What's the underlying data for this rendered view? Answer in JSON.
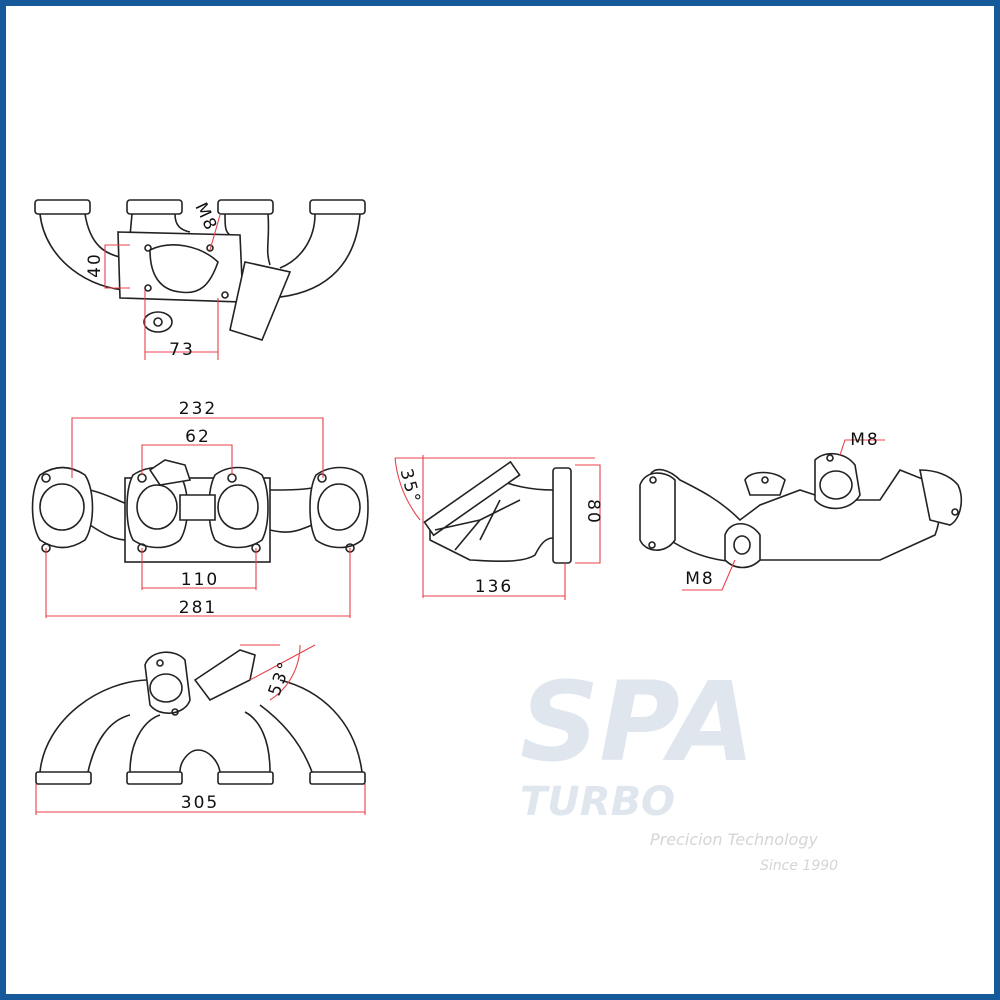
{
  "watermark": {
    "brand": "SPA",
    "sub": "TURBO",
    "tagline": "Precicion Technology",
    "since": "Since 1990"
  },
  "colors": {
    "border": "#15599a",
    "dimension_line": "#e8404a",
    "outline": "#222222"
  },
  "top_view": {
    "thread": "M8",
    "flange_height": "40",
    "flange_width": "73"
  },
  "front_view": {
    "outer_bolt_span": "232",
    "center_span": "62",
    "base_width": "110",
    "overall_width": "281"
  },
  "side_view": {
    "angle": "35°",
    "flange_height": "80",
    "depth": "136"
  },
  "iso_view": {
    "thread_top": "M8",
    "thread_bottom": "M8"
  },
  "bottom_view": {
    "angle": "53°",
    "overall_length": "305"
  }
}
